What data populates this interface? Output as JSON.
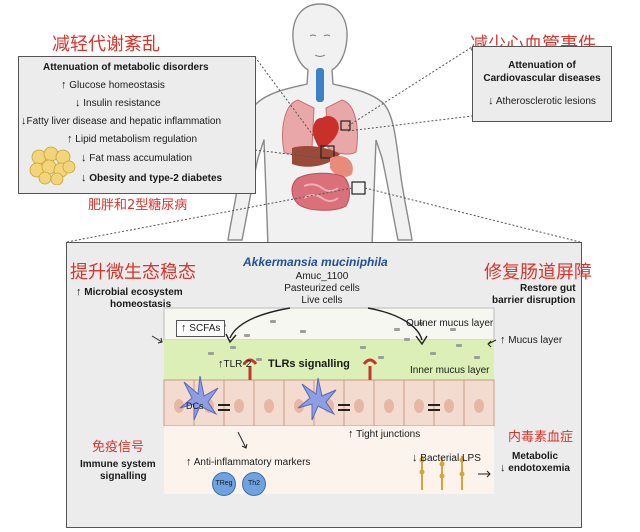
{
  "top_left": {
    "cn_title": "减轻代谢紊乱",
    "heading": "Attenuation of metabolic disorders",
    "items": [
      {
        "arrow": "↑",
        "text": "Glucose homeostasis"
      },
      {
        "arrow": "↓",
        "text": "Insulin resistance"
      },
      {
        "arrow": "↓",
        "text": "Fatty liver disease and hepatic inflammation"
      },
      {
        "arrow": "↑",
        "text": "Lipid metabolism regulation"
      },
      {
        "arrow": "↓",
        "text": "Fat mass accumulation"
      },
      {
        "arrow": "↓",
        "text": "Obesity and type-2 diabetes"
      }
    ],
    "cn_caption": "肥胖和2型糖尿病"
  },
  "top_right": {
    "cn_title": "减少心血管事件",
    "heading_1": "Attenuation of",
    "heading_2": "Cardiovascular diseases",
    "item_arrow": "↓",
    "item_text": "Atherosclerotic lesions"
  },
  "main": {
    "organism": "Akkermansia muciniphila",
    "center_1": "Amuc_1100",
    "center_2": "Pasteurized cells",
    "center_3": "Live cells",
    "left_cn": "提升微生态稳态",
    "left_arrow": "↑",
    "left_1": "Microbial ecosystem",
    "left_2": "homeostasis",
    "right_cn": "修复肠道屏障",
    "right_1": "Restore gut",
    "right_2": "barrier disruption",
    "scfa_arrow": "↑",
    "scfa": "SCFAs",
    "outer_mucus": "Outner mucus layer",
    "inner_mucus": "Inner mucus layer",
    "tlr2_arrow": "↑",
    "tlr2": "TLR-2",
    "tlrs": "TLRs signalling",
    "mucus_arrow": "↑",
    "mucus": "Mucus layer",
    "dcs": "DCs",
    "tight_arrow": "↑",
    "tight": "Tight junctions",
    "immune_cn": "免疫信号",
    "immune_1": "Immune system",
    "immune_2": "signalling",
    "anti_arrow": "↑",
    "anti": "Anti-inflammatory markers",
    "treg": "TReg",
    "th2": "Th2",
    "endo_cn": "内毒素血症",
    "lps_arrow": "↓",
    "lps": "Bacterial LPS",
    "endo_arrow": "↓",
    "endo_1": "Metabolic",
    "endo_2": "endotoxemia"
  }
}
